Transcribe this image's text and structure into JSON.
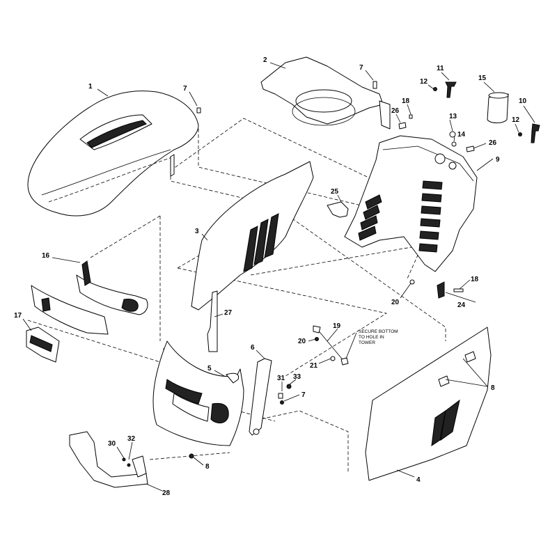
{
  "callouts": [
    "1",
    "2",
    "3",
    "4",
    "5",
    "6",
    "7",
    "8",
    "9",
    "10",
    "11",
    "12",
    "13",
    "14",
    "15",
    "16",
    "17",
    "18",
    "19",
    "20",
    "21",
    "24",
    "25",
    "26",
    "27",
    "28",
    "30",
    "31",
    "32",
    "33"
  ],
  "note_lines": [
    "SECURE BOTTOM",
    "TO HOLE IN",
    "TOWER"
  ]
}
